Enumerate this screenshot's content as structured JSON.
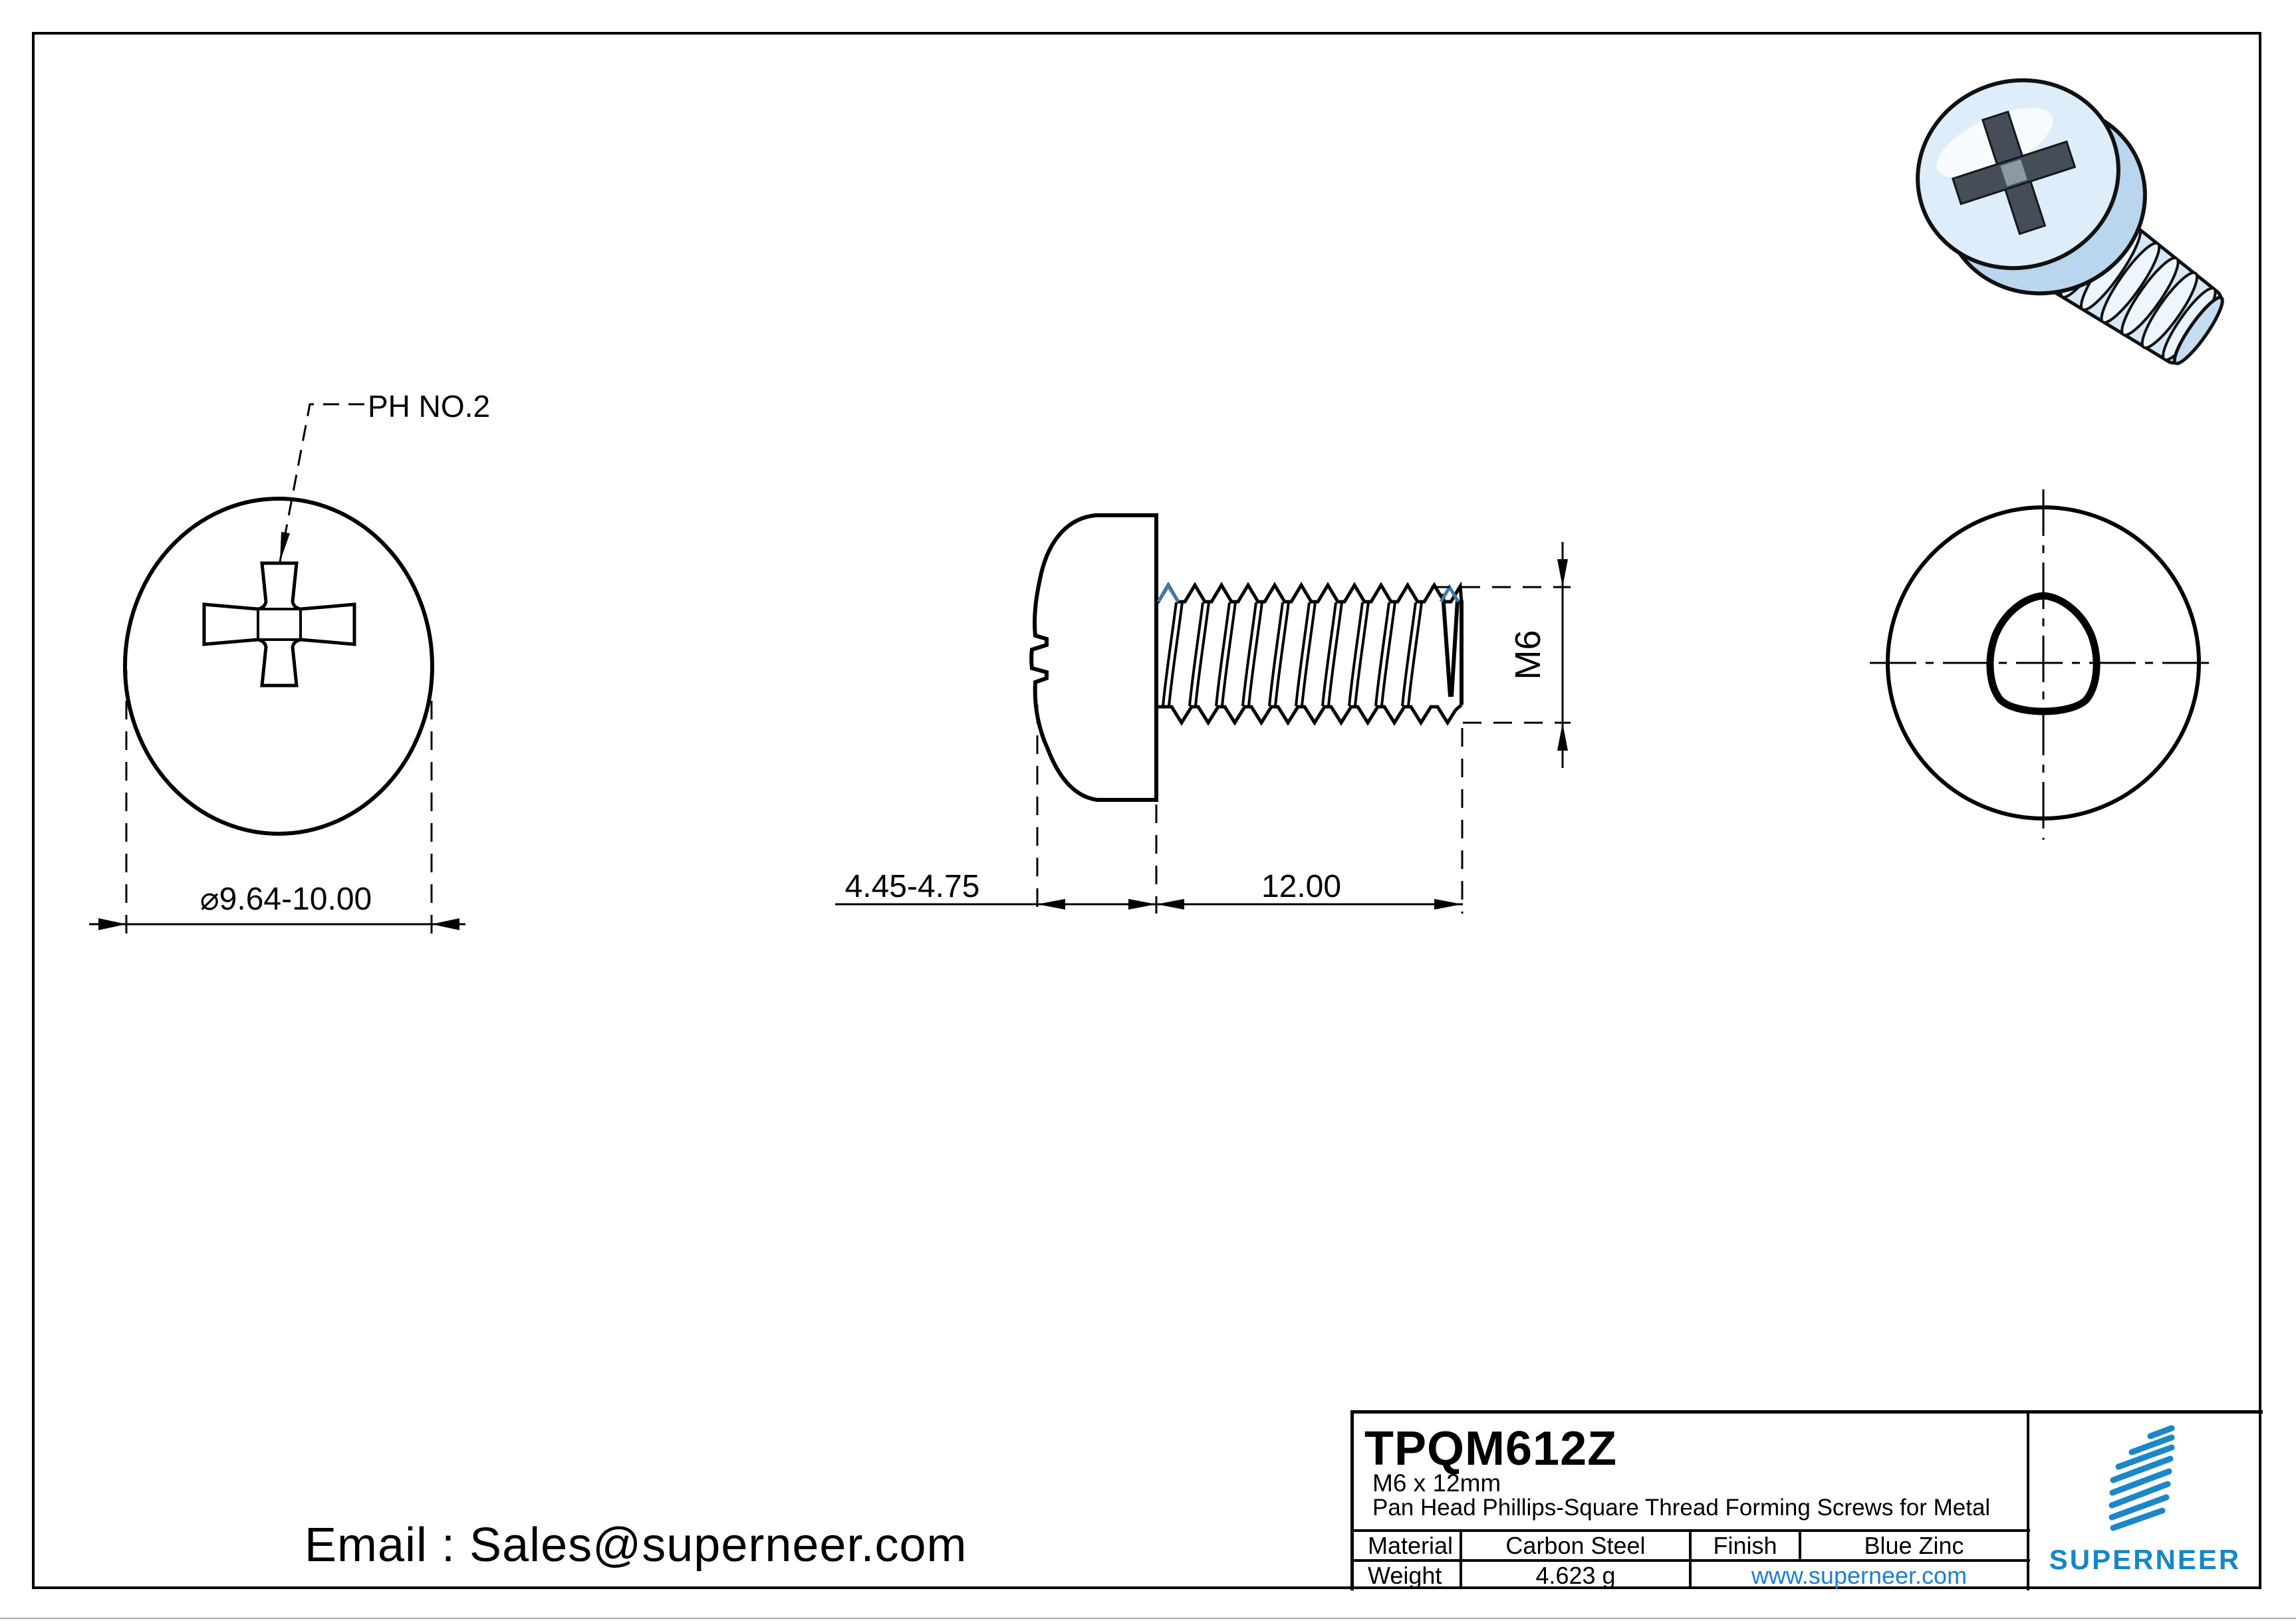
{
  "drawing": {
    "front_view": {
      "recess_label": "PH NO.2",
      "diameter_dim": "⌀9.64-10.00"
    },
    "side_view": {
      "head_height_dim": "4.45-4.75",
      "thread_length_dim": "12.00",
      "thread_size_label": "M6"
    },
    "contact": {
      "email_text": "Email : Sales@superneer.com"
    }
  },
  "title_block": {
    "part_number": "TPQM612Z",
    "size": "M6 x 12mm",
    "description": "Pan Head Phillips-Square Thread Forming Screws for Metal",
    "material_label": "Material",
    "material_value": "Carbon Steel",
    "finish_label": "Finish",
    "finish_value": "Blue Zinc",
    "weight_label": "Weight",
    "weight_value": "4.623 g",
    "website": "www.superneer.com",
    "brand": "SUPERNEER"
  },
  "colors": {
    "brand_blue": "#1687c5",
    "link_blue": "#1d7fd1",
    "thread_highlight_blue": "#3f7ca6",
    "render_body_blue": "#d9eaf8",
    "line_black": "#000000"
  }
}
